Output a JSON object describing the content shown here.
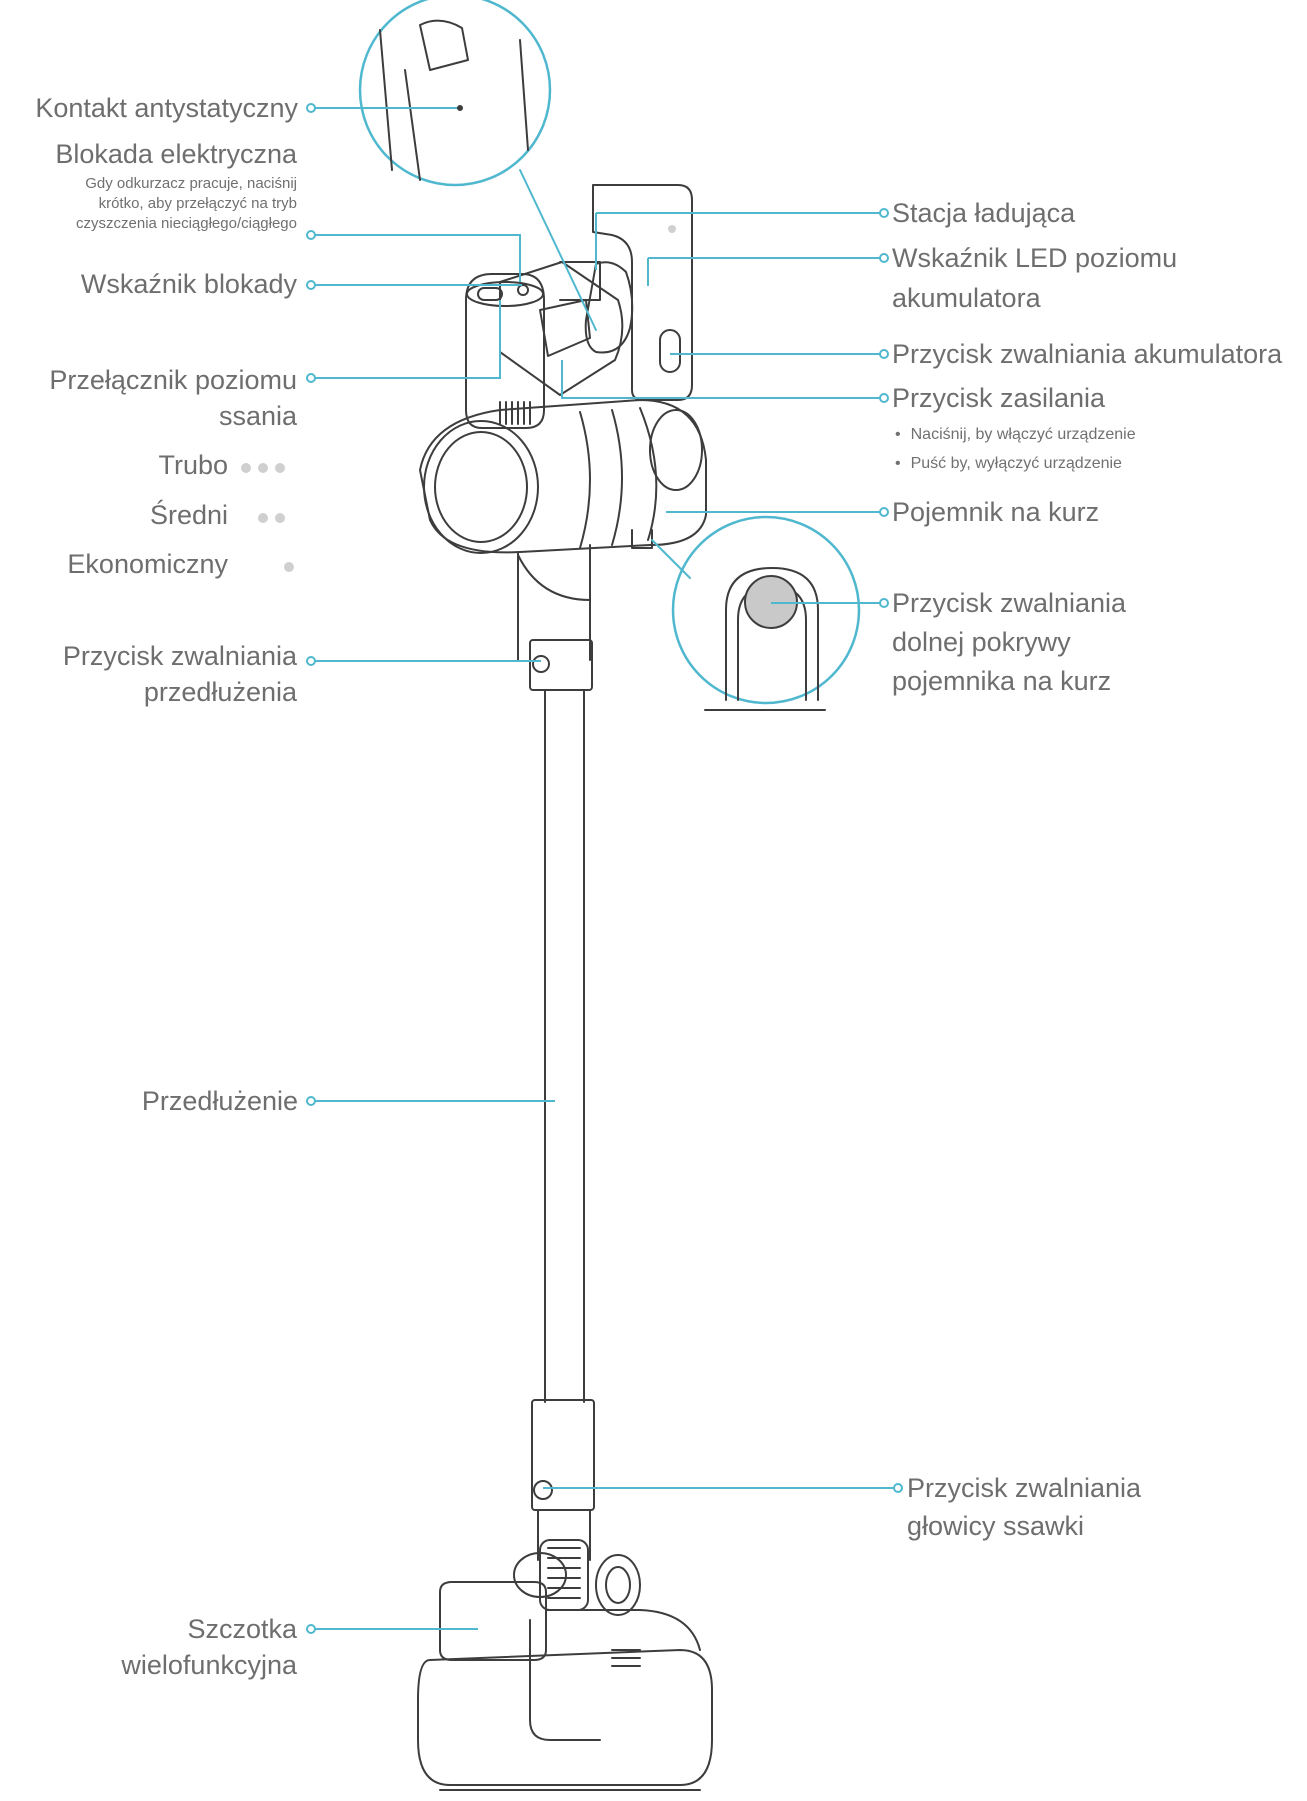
{
  "colors": {
    "accent": "#4fb8cf",
    "line": "#3d3d3d",
    "text": "#6e6e6e"
  },
  "labels": {
    "antistatic_contact": "Kontakt antystatyczny",
    "power_lock": "Blokada elektryczna",
    "power_lock_note": [
      "Gdy odkurzacz pracuje, naciśnij",
      "krótko, aby przełączyć na tryb",
      "czyszczenia nieciągłego/ciągłego"
    ],
    "lock_indicator": "Wskaźnik blokady",
    "suction_switch": [
      "Przełącznik poziomu",
      "ssania"
    ],
    "modes": [
      {
        "name": "Trubo",
        "dots": 3
      },
      {
        "name": "Średni",
        "dots": 2
      },
      {
        "name": "Ekonomiczny",
        "dots": 1
      }
    ],
    "extension_release": [
      "Przycisk zwalniania",
      "przedłużenia"
    ],
    "extension": "Przedłużenie",
    "brush": [
      "Szczotka",
      "wielofunkcyjna"
    ],
    "charging_station": "Stacja ładująca",
    "battery_led": [
      "Wskaźnik LED poziomu",
      "akumulatora"
    ],
    "battery_release": "Przycisk zwalniania akumulatora",
    "power_button": "Przycisk zasilania",
    "power_notes": [
      "Naciśnij, by włączyć urządzenie",
      "Puść by, wyłączyć urządzenie"
    ],
    "dust_container": "Pojemnik na kurz",
    "dust_cover_release": [
      "Przycisk zwalniania",
      "dolnej pokrywy",
      "pojemnika na kurz"
    ],
    "head_release": [
      "Przycisk zwalniania",
      "głowicy ssawki"
    ]
  }
}
